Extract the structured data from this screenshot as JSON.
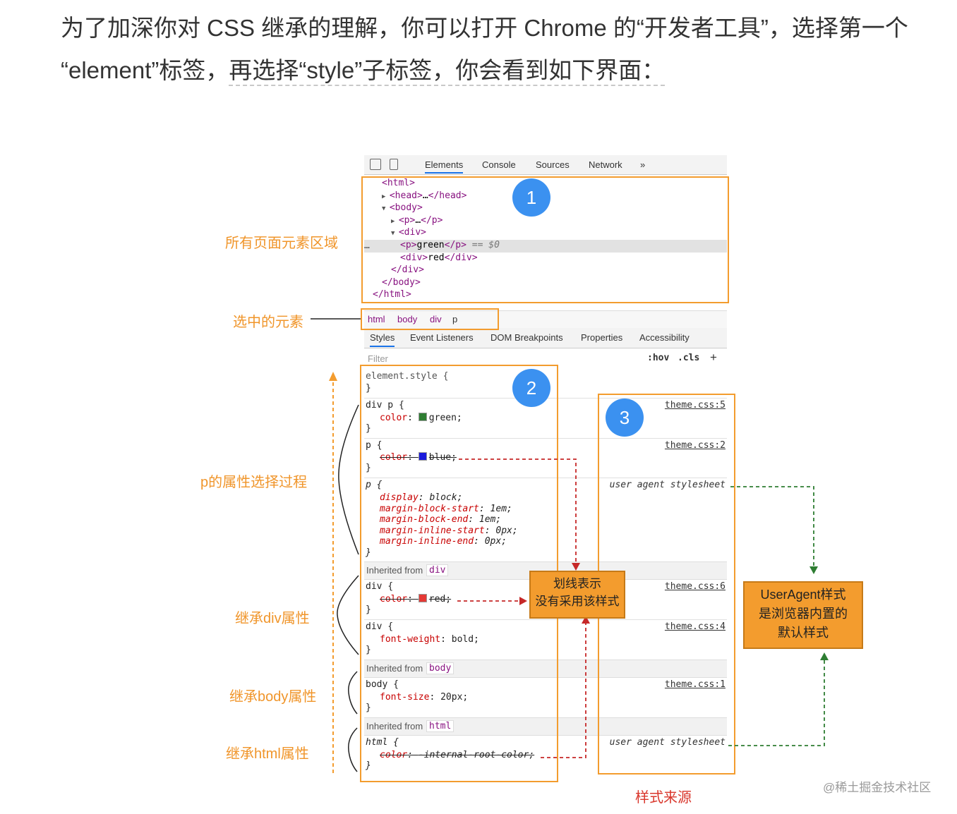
{
  "intro": {
    "line1": "为了加深你对 CSS 继承的理解，你可以打开 Chrome 的“开发者工具”，选择第一个",
    "line2_a": "“element”标签，",
    "line2_b": "再选择“style”子标签，你会看到如下界面："
  },
  "devtools": {
    "tabs": [
      "Elements",
      "Console",
      "Sources",
      "Network",
      "»"
    ],
    "dom_lines": [
      {
        "indent": 0,
        "arrow": "",
        "html": "<html>"
      },
      {
        "indent": 0,
        "arrow": "▶",
        "html": "<head>…</head>"
      },
      {
        "indent": 0,
        "arrow": "▼",
        "html": "<body>"
      },
      {
        "indent": 1,
        "arrow": "▶",
        "html": "<p>…</p>"
      },
      {
        "indent": 1,
        "arrow": "▼",
        "html": "<div>"
      },
      {
        "indent": 2,
        "arrow": "",
        "html": "<p>green</p>",
        "suffix": " == $0",
        "selected": true
      },
      {
        "indent": 2,
        "arrow": "",
        "html": "<div>red</div>"
      },
      {
        "indent": 1,
        "arrow": "",
        "html": "</div>"
      },
      {
        "indent": 0,
        "arrow": "",
        "html": "</body>"
      },
      {
        "indent": -1,
        "arrow": "",
        "html": "</html>"
      }
    ],
    "ellipsis": "…",
    "breadcrumb": [
      "html",
      "body",
      "div",
      "p"
    ],
    "panel_tabs": [
      "Styles",
      "Event Listeners",
      "DOM Breakpoints",
      "Properties",
      "Accessibility"
    ],
    "filter_placeholder": "Filter",
    "filter_hov": ":hov",
    "filter_cls": ".cls",
    "filter_plus": "+",
    "rules": {
      "element_style_open": "element.style {",
      "close": "}",
      "divp_selector": "div p {",
      "divp_prop": "color",
      "divp_value": "green;",
      "divp_source": "theme.css:5",
      "p1_selector": "p {",
      "p1_prop": "color",
      "p1_value": "blue;",
      "p1_source": "theme.css:2",
      "ua_selector": "p {",
      "ua_source": "user agent stylesheet",
      "ua_props": [
        [
          "display",
          "block;"
        ],
        [
          "margin-block-start",
          "1em;"
        ],
        [
          "margin-block-end",
          "1em;"
        ],
        [
          "margin-inline-start",
          "0px;"
        ],
        [
          "margin-inline-end",
          "0px;"
        ]
      ],
      "inherited_label": "Inherited from",
      "inh_div": "div",
      "div1_selector": "div {",
      "div1_prop": "color",
      "div1_value": "red;",
      "div1_source": "theme.css:6",
      "div2_selector": "div {",
      "div2_prop": "font-weight",
      "div2_value": "bold;",
      "div2_source": "theme.css:4",
      "inh_body": "body",
      "body_selector": "body {",
      "body_prop": "font-size",
      "body_value": "20px;",
      "body_source": "theme.css:1",
      "inh_html": "html",
      "html_selector": "html {",
      "html_prop": "color",
      "html_value": "-internal-root-color;",
      "html_source": "user agent stylesheet"
    },
    "swatches": {
      "green": "#2e7d32",
      "blue": "#1a1adb",
      "red": "#e53935"
    }
  },
  "annotations": {
    "all_elements": "所有页面元素区域",
    "selected_element": "选中的元素",
    "p_selection": "p的属性选择过程",
    "inherit_div": "继承div属性",
    "inherit_body": "继承body属性",
    "inherit_html": "继承html属性",
    "style_source": "样式来源",
    "badge1": "1",
    "badge2": "2",
    "badge3": "3",
    "callout_strike_1": "划线表示",
    "callout_strike_2": "没有采用该样式",
    "callout_ua_1": "UserAgent样式",
    "callout_ua_2": "是浏览器内置的",
    "callout_ua_3": "默认样式"
  },
  "watermark": "@稀土掘金技术社区",
  "colors": {
    "accent_orange": "#f39c2e",
    "badge_blue": "#3b91f0",
    "arrow_red": "#c62828",
    "arrow_green": "#2e7d32"
  }
}
